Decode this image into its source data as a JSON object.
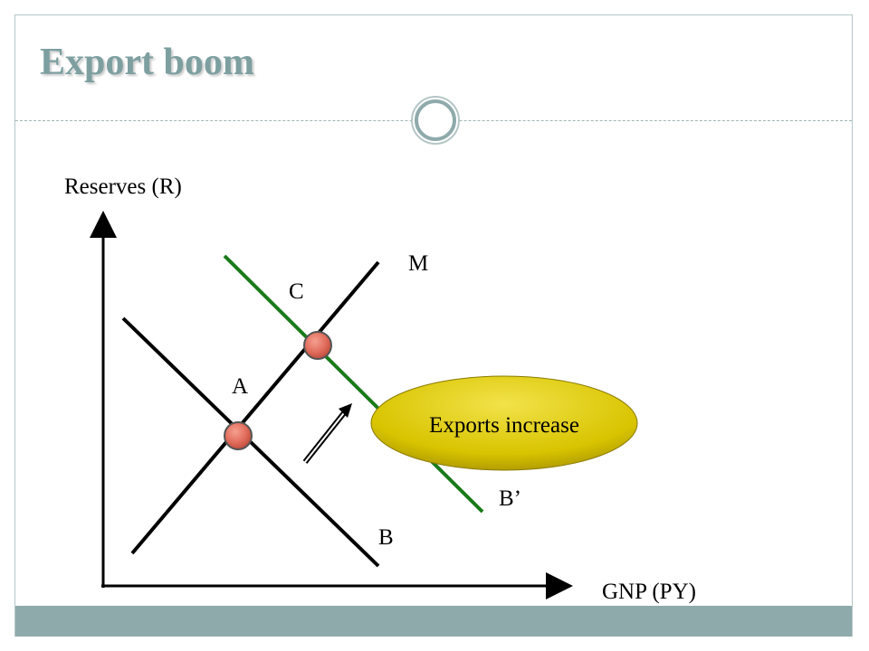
{
  "slide": {
    "title": "Export boom",
    "accent_color": "#7d9fa0",
    "band_color": "#8faaab"
  },
  "diagram": {
    "y_axis_label": "Reserves (R)",
    "x_axis_label": "GNP (PY)",
    "curves": {
      "money_label": "M",
      "balance_label": "B",
      "balance_shifted_label": "B’",
      "shifted_color": "#1a7a1a"
    },
    "points": {
      "initial_label": "A",
      "new_label": "C",
      "marker_color": "#e06a5a"
    },
    "callout": {
      "text": "Exports increase",
      "color": "#d8c400"
    }
  }
}
